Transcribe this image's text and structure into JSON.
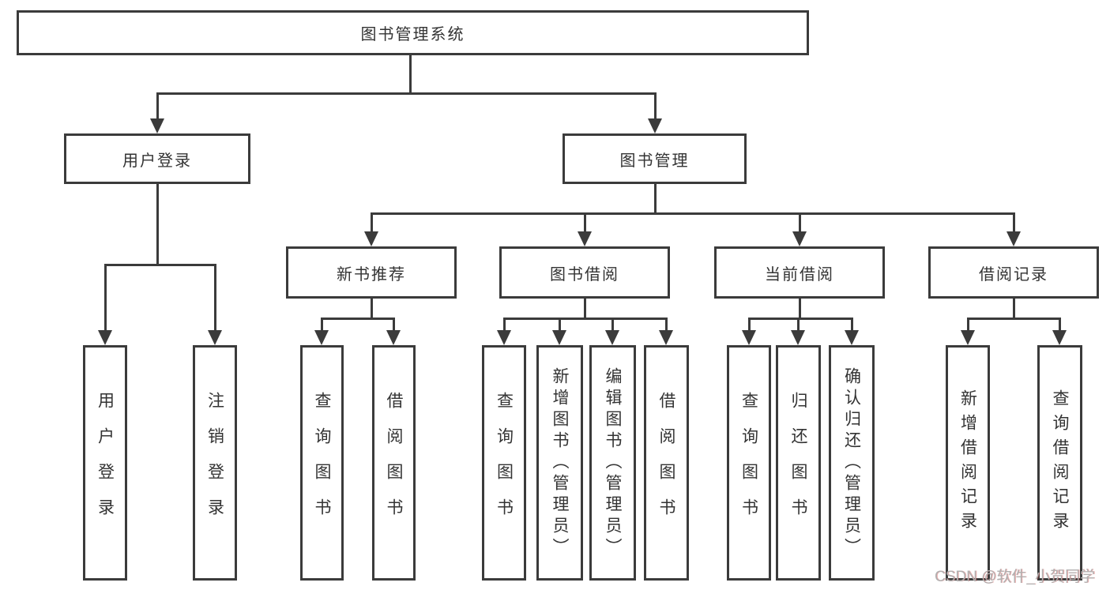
{
  "title": "图书管理系统",
  "watermark": "CSDN @软件_小贺同学",
  "colors": {
    "line": "#3b3b3b",
    "text": "#333333",
    "background": "#ffffff",
    "watermark": "#b2b0b0"
  },
  "tree": {
    "label": "图书管理系统",
    "children": [
      {
        "label": "用户登录",
        "children": [
          {
            "label": "用户登录"
          },
          {
            "label": "注销登录"
          }
        ]
      },
      {
        "label": "图书管理",
        "children": [
          {
            "label": "新书推荐",
            "children": [
              {
                "label": "查询图书"
              },
              {
                "label": "借阅图书"
              }
            ]
          },
          {
            "label": "图书借阅",
            "children": [
              {
                "label": "查询图书"
              },
              {
                "label": "新增图书（管理员）"
              },
              {
                "label": "编辑图书（管理员）"
              },
              {
                "label": "借阅图书"
              }
            ]
          },
          {
            "label": "当前借阅",
            "children": [
              {
                "label": "查询图书"
              },
              {
                "label": "归还图书"
              },
              {
                "label": "确认归还（管理员）"
              }
            ]
          },
          {
            "label": "借阅记录",
            "children": [
              {
                "label": "新增借阅记录"
              },
              {
                "label": "查询借阅记录"
              }
            ]
          }
        ]
      }
    ]
  }
}
